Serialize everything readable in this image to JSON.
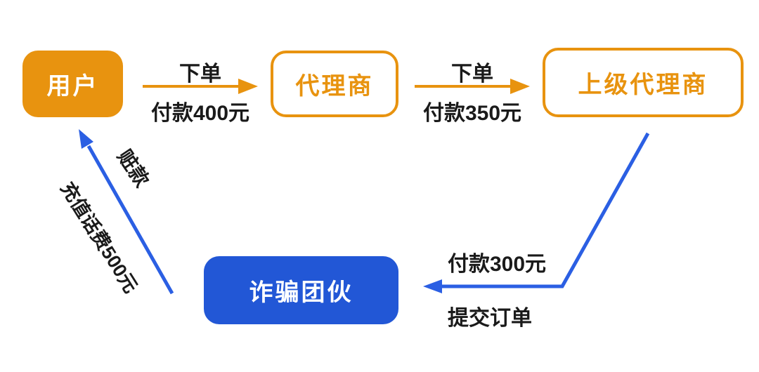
{
  "colors": {
    "orange": "#E8930F",
    "blue_box": "#2257D6",
    "blue_arrow": "#2B5FE3",
    "text": "#1A1A1A"
  },
  "nodes": {
    "user": {
      "label": "用户"
    },
    "agent": {
      "label": "代理商"
    },
    "superior_agent": {
      "label": "上级代理商"
    },
    "fraud_gang": {
      "label": "诈骗团伙"
    }
  },
  "edges": {
    "user_to_agent": {
      "top_label": "下单",
      "bottom_label": "付款400元"
    },
    "agent_to_superior_agent": {
      "top_label": "下单",
      "bottom_label": "付款350元"
    },
    "superior_agent_to_fraud_gang": {
      "top_label": "付款300元",
      "bottom_label": "提交订单"
    },
    "fraud_gang_to_user": {
      "main_label": "充值话费500元",
      "side_label": "赃款"
    }
  }
}
